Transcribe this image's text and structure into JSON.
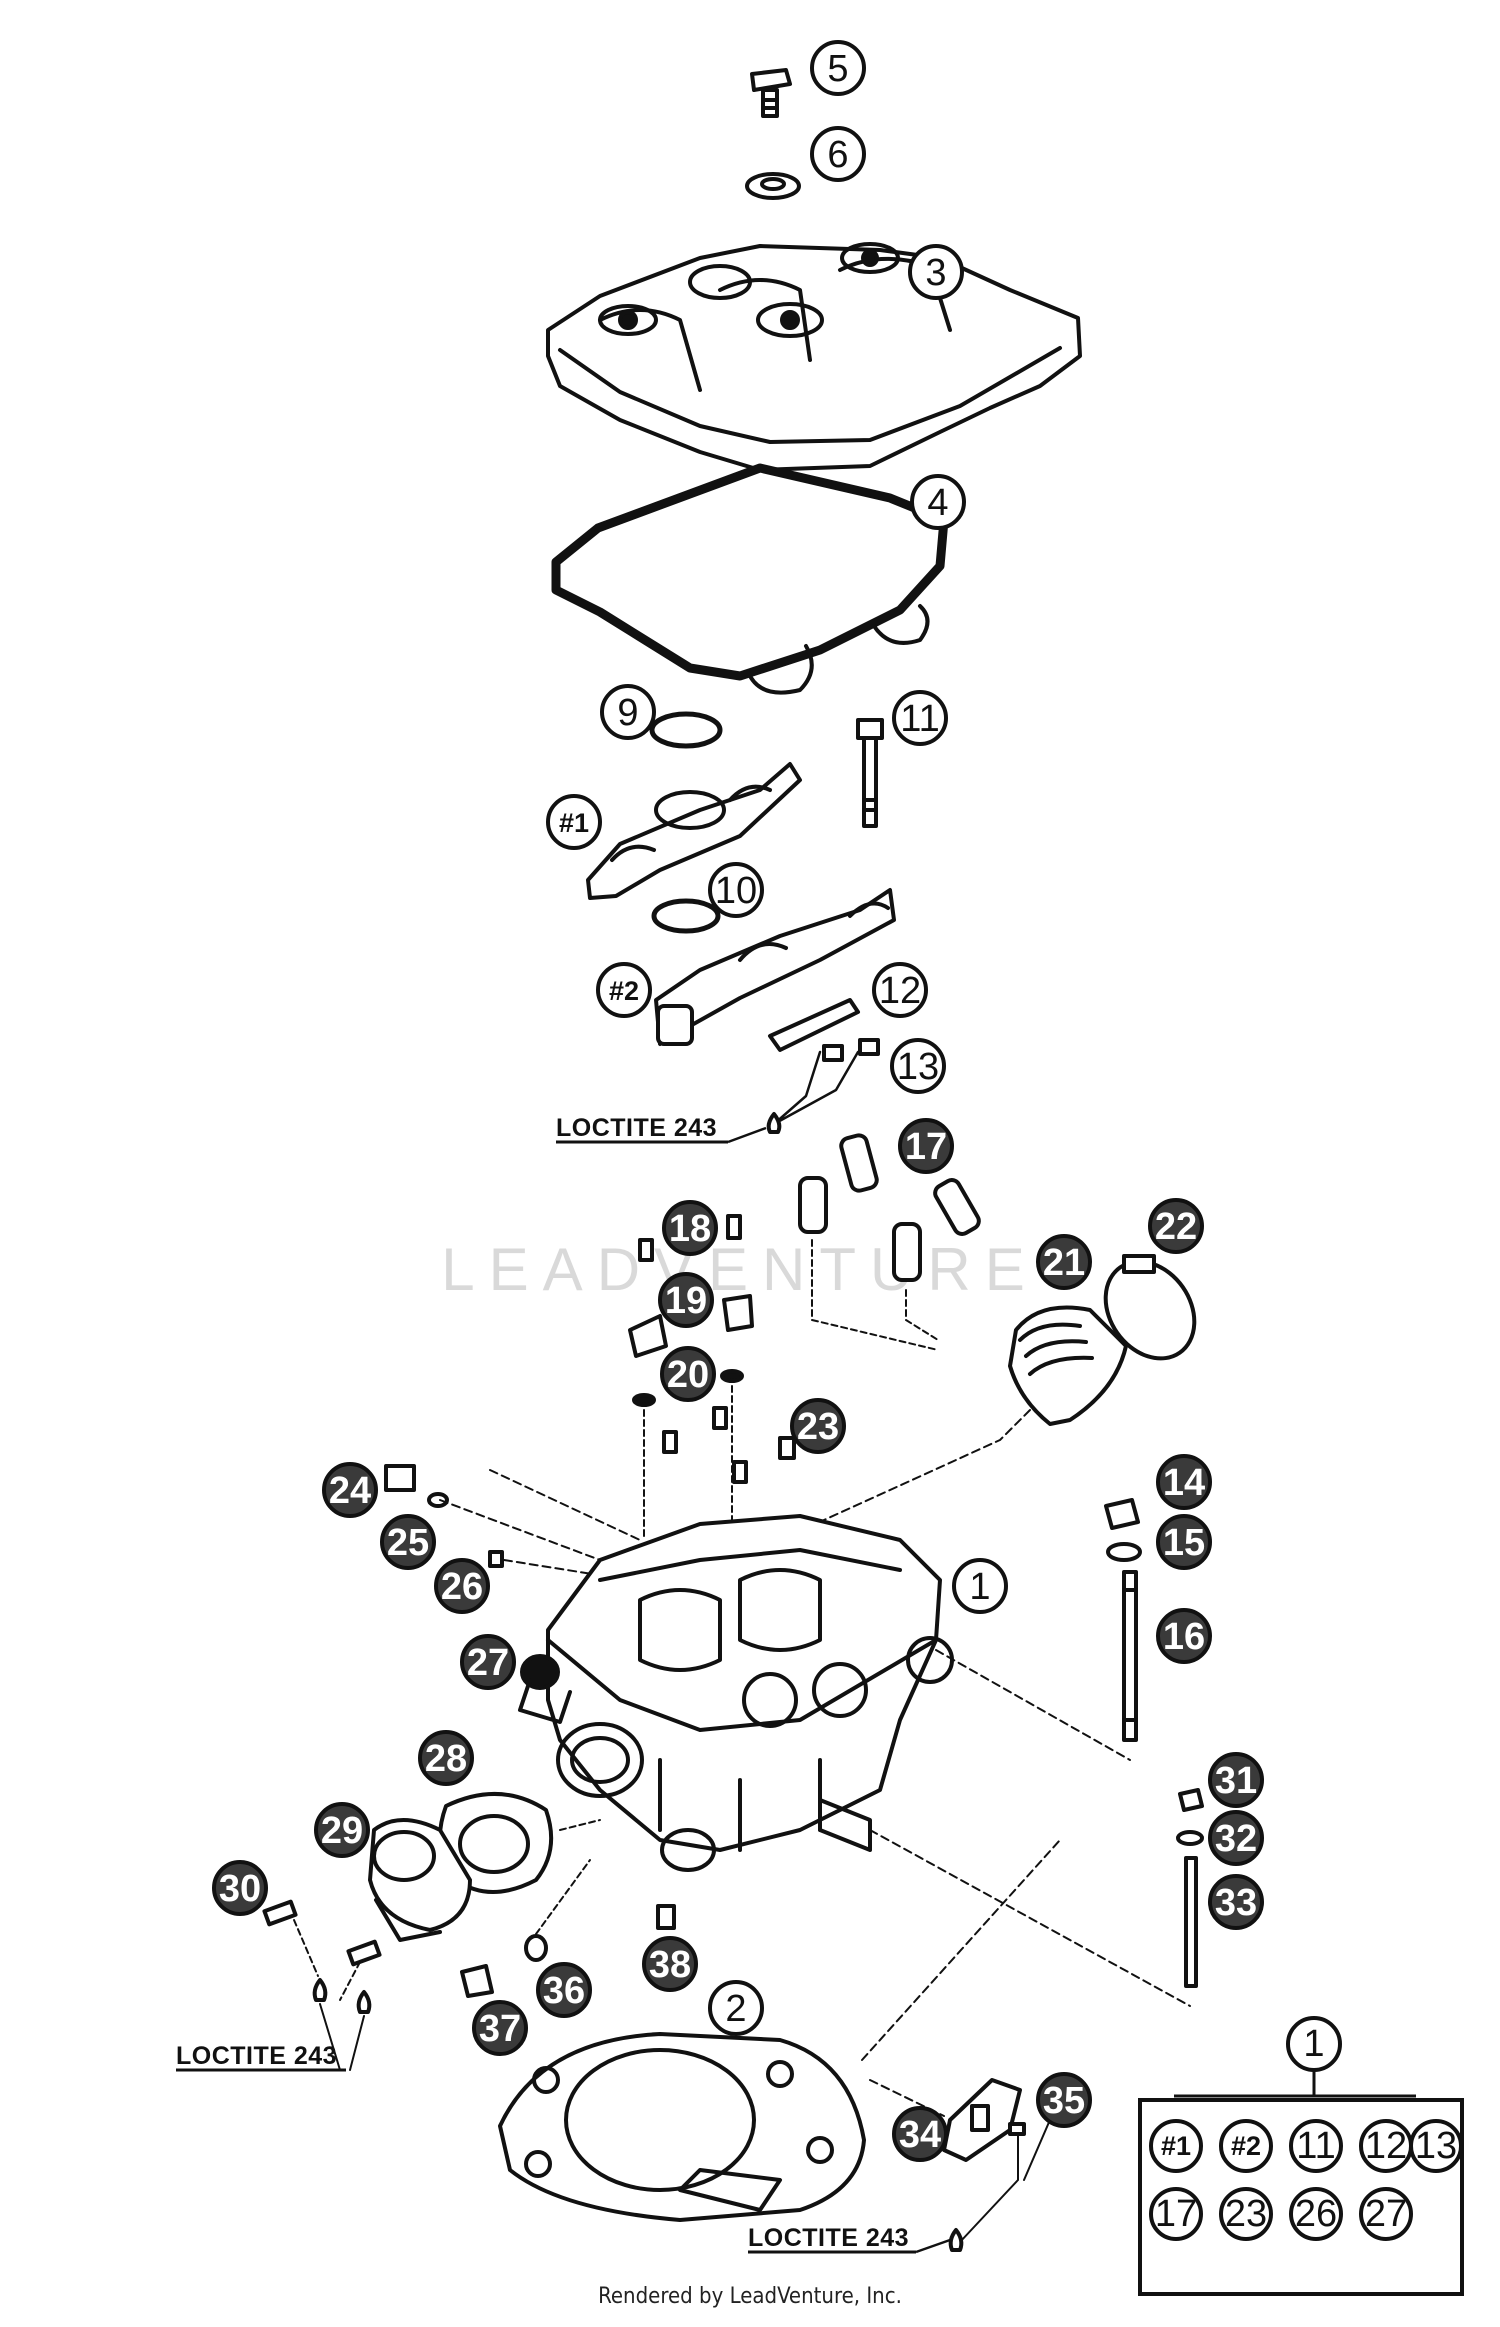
{
  "watermark": "LEADVENTURE",
  "footer": "Rendered by LeadVenture, Inc.",
  "loctite_label": "LOCTITE 243",
  "callouts": [
    {
      "label": "5",
      "style": "outline"
    },
    {
      "label": "6",
      "style": "outline"
    },
    {
      "label": "3",
      "style": "outline"
    },
    {
      "label": "4",
      "style": "outline"
    },
    {
      "label": "9",
      "style": "outline"
    },
    {
      "label": "11",
      "style": "outline"
    },
    {
      "label": "#1",
      "style": "outline"
    },
    {
      "label": "10",
      "style": "outline"
    },
    {
      "label": "#2",
      "style": "outline"
    },
    {
      "label": "12",
      "style": "outline"
    },
    {
      "label": "13",
      "style": "outline"
    },
    {
      "label": "17",
      "style": "shaded"
    },
    {
      "label": "18",
      "style": "shaded"
    },
    {
      "label": "19",
      "style": "shaded"
    },
    {
      "label": "20",
      "style": "shaded"
    },
    {
      "label": "21",
      "style": "shaded"
    },
    {
      "label": "22",
      "style": "shaded"
    },
    {
      "label": "23",
      "style": "shaded"
    },
    {
      "label": "14",
      "style": "shaded"
    },
    {
      "label": "15",
      "style": "shaded"
    },
    {
      "label": "16",
      "style": "shaded"
    },
    {
      "label": "24",
      "style": "shaded"
    },
    {
      "label": "25",
      "style": "shaded"
    },
    {
      "label": "26",
      "style": "shaded"
    },
    {
      "label": "1",
      "style": "outline"
    },
    {
      "label": "27",
      "style": "shaded"
    },
    {
      "label": "28",
      "style": "shaded"
    },
    {
      "label": "29",
      "style": "shaded"
    },
    {
      "label": "30",
      "style": "shaded"
    },
    {
      "label": "31",
      "style": "shaded"
    },
    {
      "label": "32",
      "style": "shaded"
    },
    {
      "label": "33",
      "style": "shaded"
    },
    {
      "label": "36",
      "style": "shaded"
    },
    {
      "label": "38",
      "style": "shaded"
    },
    {
      "label": "37",
      "style": "shaded"
    },
    {
      "label": "2",
      "style": "outline"
    },
    {
      "label": "35",
      "style": "shaded"
    },
    {
      "label": "34",
      "style": "shaded"
    }
  ],
  "kit_box": {
    "header": "1",
    "items": [
      "#1",
      "#2",
      "11",
      "12",
      "13",
      "17",
      "23",
      "26",
      "27"
    ]
  }
}
